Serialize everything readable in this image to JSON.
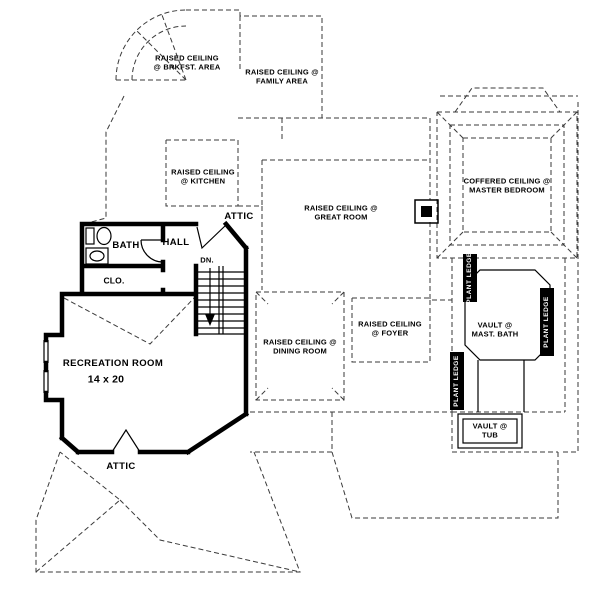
{
  "plan": {
    "ceiling_notes": {
      "brkfst": "RAISED CEILING\n@ BRKFST. AREA",
      "family": "RAISED CEILING @\nFAMILY AREA",
      "kitchen": "RAISED CEILING\n@ KITCHEN",
      "great_room": "RAISED CEILING @\nGREAT ROOM",
      "coffered_master": "COFFERED CEILING @\nMASTER BEDROOM",
      "foyer": "RAISED CEILING\n@ FOYER",
      "dining": "RAISED CEILING @\nDINING ROOM",
      "vault_mast_bath": "VAULT @\nMAST. BATH",
      "vault_tub": "VAULT @\nTUB"
    },
    "rooms": {
      "attic_upper": "ATTIC",
      "attic_lower": "ATTIC",
      "bath": "BATH",
      "hall": "HALL",
      "closet": "CLO.",
      "recreation_name": "RECREATION ROOM",
      "recreation_size": "14 x 20"
    },
    "annotations": {
      "down": "DN.",
      "plant_ledge": "PLANT LEDGE"
    },
    "colors": {
      "wall": "#000000",
      "dashed_line": "#3a3a3a",
      "background": "#ffffff"
    }
  }
}
